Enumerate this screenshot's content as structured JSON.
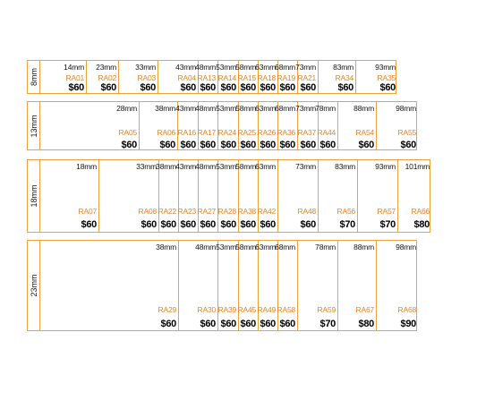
{
  "groups": [
    {
      "height_label": "8mm",
      "items": [
        {
          "width": "14mm",
          "code": "RA01",
          "price": "$60"
        },
        {
          "width": "23mm",
          "code": "RA02",
          "price": "$60"
        },
        {
          "width": "33mm",
          "code": "RA03",
          "price": "$60"
        },
        {
          "width": "43mm",
          "code": "RA04",
          "price": "$60"
        },
        {
          "width": "48mm",
          "code": "RA13",
          "price": "$60"
        },
        {
          "width": "53mm",
          "code": "RA14",
          "price": "$60"
        },
        {
          "width": "58mm",
          "code": "RA15",
          "price": "$60"
        },
        {
          "width": "63mm",
          "code": "RA18",
          "price": "$60"
        },
        {
          "width": "68mm",
          "code": "RA19",
          "price": "$60"
        },
        {
          "width": "73mm",
          "code": "RA21",
          "price": "$60"
        },
        {
          "width": "83mm",
          "code": "RA34",
          "price": "$60"
        },
        {
          "width": "93mm",
          "code": "RA35",
          "price": "$60"
        }
      ]
    },
    {
      "height_label": "13mm",
      "items": [
        {
          "width": "28mm",
          "code": "RA05",
          "price": "$60"
        },
        {
          "width": "38mm",
          "code": "RA06",
          "price": "$60"
        },
        {
          "width": "43mm",
          "code": "RA16",
          "price": "$60"
        },
        {
          "width": "48mm",
          "code": "RA17",
          "price": "$60"
        },
        {
          "width": "53mm",
          "code": "RA24",
          "price": "$60"
        },
        {
          "width": "58mm",
          "code": "RA25",
          "price": "$60"
        },
        {
          "width": "63mm",
          "code": "RA26",
          "price": "$60"
        },
        {
          "width": "68mm",
          "code": "RA36",
          "price": "$60"
        },
        {
          "width": "73mm",
          "code": "RA37",
          "price": "$60"
        },
        {
          "width": "78mm",
          "code": "RA44",
          "price": "$60"
        },
        {
          "width": "88mm",
          "code": "RA54",
          "price": "$60"
        },
        {
          "width": "98mm",
          "code": "RA55",
          "price": "$60"
        }
      ]
    },
    {
      "height_label": "18mm",
      "items": [
        {
          "width": "18mm",
          "code": "RA07",
          "price": "$60"
        },
        {
          "width": "33mm",
          "code": "RA08",
          "price": "$60"
        },
        {
          "width": "38mm",
          "code": "RA22",
          "price": "$60"
        },
        {
          "width": "43mm",
          "code": "RA23",
          "price": "$60"
        },
        {
          "width": "48mm",
          "code": "RA27",
          "price": "$60"
        },
        {
          "width": "53mm",
          "code": "RA28",
          "price": "$60"
        },
        {
          "width": "58mm",
          "code": "RA38",
          "price": "$60"
        },
        {
          "width": "63mm",
          "code": "RA42",
          "price": "$60"
        },
        {
          "width": "73mm",
          "code": "RA48",
          "price": "$60"
        },
        {
          "width": "83mm",
          "code": "RA56",
          "price": "$70"
        },
        {
          "width": "93mm",
          "code": "RA57",
          "price": "$70"
        },
        {
          "width": "101mm",
          "code": "RA66",
          "price": "$80"
        }
      ]
    },
    {
      "height_label": "23mm",
      "items": [
        {
          "width": "38mm",
          "code": "RA29",
          "price": "$60"
        },
        {
          "width": "48mm",
          "code": "RA30",
          "price": "$60"
        },
        {
          "width": "53mm",
          "code": "RA39",
          "price": "$60"
        },
        {
          "width": "58mm",
          "code": "RA45",
          "price": "$60"
        },
        {
          "width": "63mm",
          "code": "RA49",
          "price": "$60"
        },
        {
          "width": "68mm",
          "code": "RA58",
          "price": "$60"
        },
        {
          "width": "78mm",
          "code": "RA59",
          "price": "$70"
        },
        {
          "width": "88mm",
          "code": "RA67",
          "price": "$80"
        },
        {
          "width": "98mm",
          "code": "RA68",
          "price": "$90"
        }
      ]
    }
  ]
}
